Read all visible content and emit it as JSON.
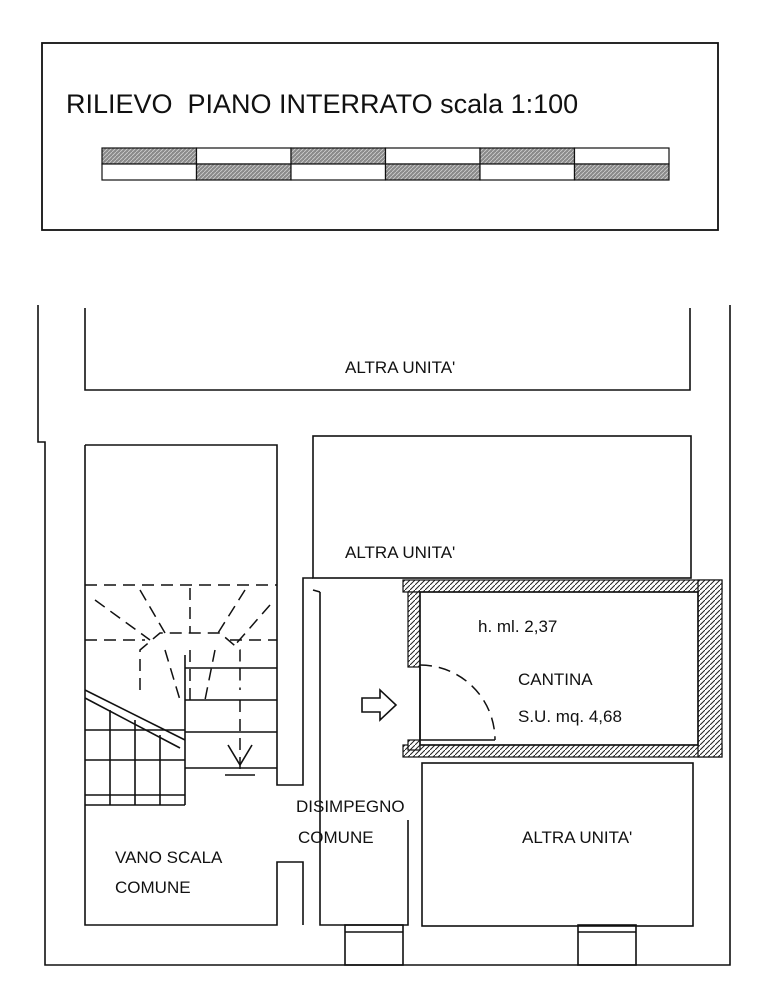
{
  "title": "RILIEVO  PIANO INTERRATO scala 1:100",
  "rooms": {
    "altra_top": "ALTRA UNITA'",
    "altra_mid": "ALTRA UNITA'",
    "altra_bottom": "ALTRA UNITA'",
    "disimpegno_line1": "DISIMPEGNO",
    "disimpegno_line2": "COMUNE",
    "vano_line1": "VANO SCALA",
    "vano_line2": "COMUNE",
    "cantina_height": "h. ml. 2,37",
    "cantina_name": "CANTINA",
    "cantina_area": "S.U. mq. 4,68"
  },
  "scale_bar": {
    "top_row": [
      "gray",
      "white",
      "gray",
      "white",
      "gray",
      "white"
    ],
    "bottom_row": [
      "white",
      "gray",
      "white",
      "gray",
      "white",
      "gray"
    ]
  }
}
